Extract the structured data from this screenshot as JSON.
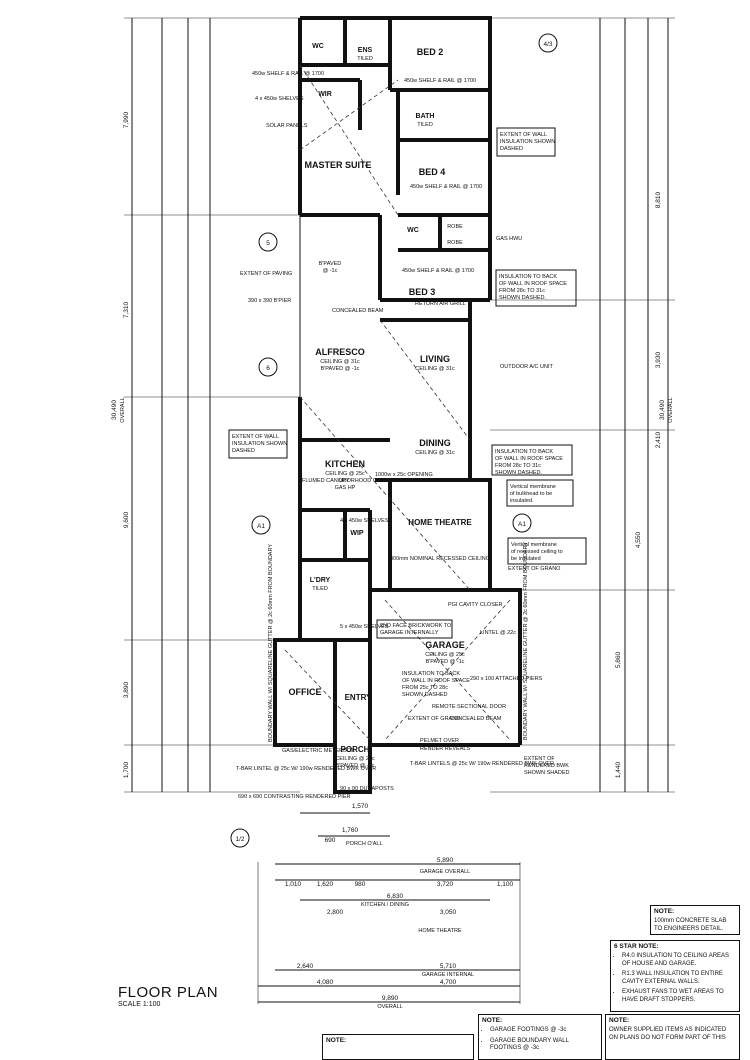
{
  "title": "FLOOR PLAN",
  "scale": "SCALE 1:100",
  "rooms": {
    "bed2": "BED 2",
    "ens": "ENS",
    "ens_sub": "TILED",
    "wc_top": "WC",
    "wir_top": "WIR",
    "bath": "BATH",
    "bath_sub": "TILED",
    "master": "MASTER SUITE",
    "bed4": "BED 4",
    "wc_mid": "WC",
    "robe1": "ROBE",
    "robe2": "ROBE",
    "bed3": "BED 3",
    "paved": "B'PAVED",
    "paved_sub": "@ -1c",
    "alfresco": "ALFRESCO",
    "alfresco_sub1": "CEILING @ 31c",
    "alfresco_sub2": "B'PAVED @ -1c",
    "living": "LIVING",
    "living_sub": "CEILING @ 31c",
    "dining": "DINING",
    "dining_sub": "CEILING @ 31c",
    "kitchen": "KITCHEN",
    "kitchen_sub1": "CEILING @ 25c",
    "kitchen_sub2": "UBO",
    "kitchen_sub3": "GAS HP",
    "home_theatre": "HOME THEATRE",
    "ht_sub": "300mm NOMINAL RECESSED CEILING",
    "wip": "WIP",
    "ldry": "L'DRY",
    "ldry_sub": "TILED",
    "garage": "GARAGE",
    "garage_sub1": "CEILING @ 25c",
    "garage_sub2": "B'PAVED @ -1c",
    "office": "OFFICE",
    "entry": "ENTRY",
    "porch": "PORCH",
    "porch_sub1": "CEILING @ 25c",
    "porch_sub2": "B'PAVED @ -1c"
  },
  "labels": {
    "shelf1": "450w SHELF & RAIL @ 1700",
    "shelves1": "4 x 450w SHELVES",
    "solar": "SOLAR PANELS",
    "shelf2": "450w SHELF & RAIL @ 1700",
    "shelf3": "450w SHELF & RAIL @ 1700",
    "shelf4": "450w SHELF & RAIL @ 1700",
    "insul1": "EXTENT OF WALL INSULATION SHOWN DASHED",
    "gas_hwu": "GAS HWU",
    "insul2": "INSULATION TO BACK OF WALL IN ROOF SPACE FROM 28c TO 31c SHOWN DASHED",
    "return_air": "RETURN AIR GRILL",
    "paving": "EXTENT OF PAVING",
    "pier": "390 x 390 B'PIER",
    "beam": "CONCEALED BEAM",
    "outdoor": "OUTDOOR A/C UNIT",
    "insul3": "EXTENT OF WALL INSULATION SHOWN DASHED",
    "insul4": "INSULATION TO BACK OF WALL IN ROOF SPACE FROM 28c TO 31c SHOWN DASHED",
    "membrane1": "Vertical membrane of bulkhead to be insulated.",
    "membrane2": "Vertical membrane of recessed ceiling to be insulated",
    "grano": "EXTENT OF GRANO",
    "canopy": "FLUMED CANOPY RHOOD OVER",
    "opening": "1000w x 25c OPENING",
    "shelves2": "4 x 450w SHELVES",
    "shelves3": "5 x 450w SHELVES",
    "pgi": "PGI CAVITY CLOSER",
    "brickwork": "2ND FACE BRICKWORK TO GARAGE INTERNALLY",
    "lintel": "LINTEL @ 22c",
    "piers": "290 x 100 ATTACHED PIERS",
    "insul5": "INSULATION TO BACK OF WALL IN ROOF SPACE FROM 25c TO 28c SHOWN DASHED",
    "remote": "REMOTE SECTIONAL DOOR",
    "grano2": "EXTENT OF GRANO",
    "beam2": "CONCEALED BEAM",
    "pelmet": "PELMET OVER",
    "render": "RENDER REVEALS",
    "tbar1": "T-BAR LINTEL @ 25c W/ 190w RENDERED BWK OVER",
    "tbar2": "T-BAR LINTELS @ 25c W/ 190w RENDERED BWK OVER",
    "pier2": "690 x 690 CONTRASTING RENDERED PIER",
    "duraposts": "90 x 90 DURAPOSTS",
    "meterbox": "GAS/ELECTRIC METERBOX",
    "rendered": "EXTENT OF RENDERED BWK SHOWN SHADED",
    "boundary1": "BOUNDARY WALL W/ SQUARELINE GUTTER @ 2c 60mm FROM BOUNDARY",
    "boundary2": "BOUNDARY WALL W/ SQUARELINE GUTTER @ 2c 60mm FROM BOUNDARY",
    "porch_overall": "PORCH O'ALL",
    "garage_overall": "GARAGE OVERALL",
    "kitchen_dining": "KITCHEN / DINING",
    "garage_internal": "GARAGE INTERNAL",
    "overall": "OVERALL",
    "home_theatre_dim": "HOME THEATRE"
  },
  "dims": {
    "total_left": "30,490",
    "total_left_sub": "OVERALL",
    "total_right": "30,490",
    "total_right_sub": "OVERALL",
    "d7990": "7,990",
    "d7310": "7,310",
    "d9600": "9,600",
    "d3890": "3,890",
    "d1700": "1,700",
    "r8810": "8,810",
    "r3930": "3,930",
    "r2410": "2,410",
    "r4550": "4,550",
    "r5860": "5,860",
    "r1440": "1,440",
    "b5890": "5,890",
    "b6830": "6,830",
    "b5710": "5,710",
    "b4080": "4,080",
    "b4700": "4,700",
    "b9890": "9,890",
    "b1100": "1,100",
    "b3720": "3,720",
    "b1620": "1,620",
    "b980": "980",
    "b1010": "1,010",
    "b2800": "2,800",
    "b3050": "3,050",
    "b2640": "2,640",
    "b1760": "1,760",
    "b690": "690",
    "b1570": "1,570"
  },
  "notes": {
    "top_title": "NOTE:",
    "top_text": "100mm CONCRETE SLAB TO ENGINEERS DETAIL.",
    "star_title": "6 STAR NOTE:",
    "star_items": [
      "R4.0 INSULATION TO CEILING AREAS OF HOUSE AND GARAGE.",
      "R1.3 WALL INSULATION TO ENTIRE CAVITY EXTERNAL WALLS.",
      "EXHAUST FANS TO WET AREAS TO HAVE DRAFT STOPPERS."
    ],
    "footing_title": "NOTE:",
    "footing_items": [
      "GARAGE FOOTINGS @ -3c",
      "GARAGE BOUNDARY WALL FOOTINGS @ -3c"
    ],
    "owner_title": "NOTE:",
    "owner_text": "OWNER SUPPLIED ITEMS AS INDICATED ON PLANS DO NOT FORM PART OF THIS",
    "bottom_title": "NOTE:"
  },
  "markers": {
    "a1_left": "A1",
    "a1_right": "A1",
    "m5": "5",
    "m6": "6",
    "m4_3": "4/3",
    "m1_2": "1/2"
  }
}
